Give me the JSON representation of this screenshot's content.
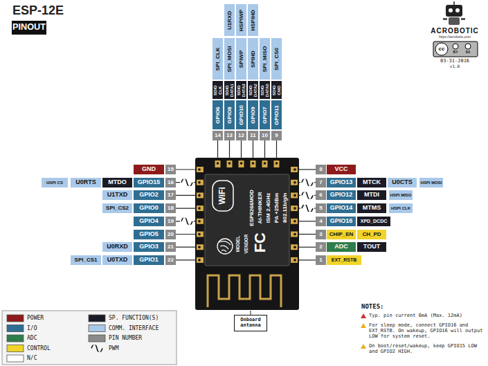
{
  "diagram": {
    "title": "ESP-12E",
    "nodes": [
      {
        "text": [
          "PINOUT"
        ]
      },
      {
        "text": [
          "U1RXD"
        ]
      },
      {
        "text": [
          "HSPIWP"
        ]
      },
      {
        "text": [
          "HSPIHD"
        ]
      },
      {
        "text": [
          "SPI_CLK"
        ]
      },
      {
        "text": [
          "SPI_MOSI"
        ]
      },
      {
        "text": [
          "SPIWP"
        ]
      },
      {
        "text": [
          "SPIHD"
        ]
      },
      {
        "text": [
          "SPI_MISO"
        ]
      },
      {
        "text": [
          "SPI_CS0"
        ]
      },
      {
        "text": [
          "SDIO CLK"
        ]
      },
      {
        "text": [
          "SDIO DATA1"
        ]
      },
      {
        "text": [
          "SDIO DATA3"
        ]
      },
      {
        "text": [
          "SDIO DATA2"
        ]
      },
      {
        "text": [
          "SDIO DATA0"
        ]
      },
      {
        "text": [
          "SDIO CMD"
        ]
      },
      {
        "text": [
          "GPIO6"
        ]
      },
      {
        "text": [
          "GPIO8"
        ]
      },
      {
        "text": [
          "GPIO10"
        ]
      },
      {
        "text": [
          "GPIO9"
        ]
      },
      {
        "text": [
          "GPIO7"
        ]
      },
      {
        "text": [
          "GPIO11"
        ]
      },
      {
        "text": [
          "14"
        ]
      },
      {
        "text": [
          "13"
        ]
      },
      {
        "text": [
          "12"
        ]
      },
      {
        "text": [
          "11"
        ]
      },
      {
        "text": [
          "10"
        ]
      },
      {
        "text": [
          "9"
        ]
      },
      {
        "text": [
          "GND"
        ]
      },
      {
        "text": [
          "15"
        ]
      },
      {
        "text": [
          "HSPI CS"
        ]
      },
      {
        "text": [
          "U0RTS"
        ]
      },
      {
        "text": [
          "MTDO"
        ]
      },
      {
        "text": [
          "GPIO15"
        ]
      },
      {
        "text": [
          "16"
        ]
      },
      {
        "text": [
          "U1TXD"
        ]
      },
      {
        "text": [
          "GPIO2"
        ]
      },
      {
        "text": [
          "17"
        ]
      },
      {
        "text": [
          "SPI_CS2"
        ]
      },
      {
        "text": [
          "GPIO0"
        ]
      },
      {
        "text": [
          "18"
        ]
      },
      {
        "text": [
          "GPIO4"
        ]
      },
      {
        "text": [
          "19"
        ]
      },
      {
        "text": [
          "GPIO5"
        ]
      },
      {
        "text": [
          "20"
        ]
      },
      {
        "text": [
          "U0RXD"
        ]
      },
      {
        "text": [
          "GPIO3"
        ]
      },
      {
        "text": [
          "21"
        ]
      },
      {
        "text": [
          "SPI_CS1"
        ]
      },
      {
        "text": [
          "U0TXD"
        ]
      },
      {
        "text": [
          "GPIO1"
        ]
      },
      {
        "text": [
          "22"
        ]
      },
      {
        "text": [
          "8"
        ]
      },
      {
        "text": [
          "VCC"
        ]
      },
      {
        "text": [
          "7"
        ]
      },
      {
        "text": [
          "GPIO13"
        ]
      },
      {
        "text": [
          "MTCK"
        ]
      },
      {
        "text": [
          "U0CTS"
        ]
      },
      {
        "text": [
          "HSPI MOSI"
        ]
      },
      {
        "text": [
          "6"
        ]
      },
      {
        "text": [
          "GPIO12"
        ]
      },
      {
        "text": [
          "MTDI"
        ]
      },
      {
        "text": [
          "HSPI MISO"
        ]
      },
      {
        "text": [
          "5"
        ]
      },
      {
        "text": [
          "GPIO14"
        ]
      },
      {
        "text": [
          "MTMS"
        ]
      },
      {
        "text": [
          "HSPI CLK"
        ]
      },
      {
        "text": [
          "4"
        ]
      },
      {
        "text": [
          "GPIO16"
        ]
      },
      {
        "text": [
          "XPD_DCDC"
        ]
      },
      {
        "text": [
          "3"
        ]
      },
      {
        "text": [
          "CHIP_EN"
        ]
      },
      {
        "text": [
          "CH_PD"
        ]
      },
      {
        "text": [
          "2"
        ]
      },
      {
        "text": [
          "ADC"
        ]
      },
      {
        "text": [
          "TOUT"
        ]
      },
      {
        "text": [
          "1"
        ]
      },
      {
        "text": [
          "EXT_RSTB"
        ]
      },
      {
        "text": [
          "ESP8266MOD",
          "AI-THINKER",
          "ISM 2.4GHz",
          "PA +25dBm",
          "802.11b/g/n",
          "MODEL",
          "VENDOR"
        ]
      },
      {
        "text": [
          "Onboard antenna"
        ]
      }
    ],
    "labels": [
      "WiFi",
      "FC",
      "ACROBOTIC",
      "https://acrobotic.com",
      "cc",
      "BY",
      "SA",
      "03-31-2016",
      "v1.0",
      "NOTES:",
      "Typ. pin current 6mA (Max. 12mA)",
      "For sleep mode, connect GPIO16 and EXT_RSTB. On wakeup, GPIO16 will output LOW for system reset.",
      "On boot/reset/wakeup, keep GPIO15 LOW and GPIO2 HIGH."
    ],
    "legend": [
      {
        "text": "POWER",
        "color": "#8e1b1b"
      },
      {
        "text": "I/O",
        "color": "#2f6e93"
      },
      {
        "text": "ADC",
        "color": "#2f7d4a"
      },
      {
        "text": "CONTROL",
        "color": "#f2d32a"
      },
      {
        "text": "N/C",
        "color": "#ffffff"
      },
      {
        "text": "SP. FUNCTION(S)",
        "color": "#1b1b26"
      },
      {
        "text": "COMM. INTERFACE",
        "color": "#a9c9e9"
      },
      {
        "text": "PIN NUMBER",
        "color": "#8a8a8a"
      },
      {
        "text": "PWM"
      }
    ]
  }
}
